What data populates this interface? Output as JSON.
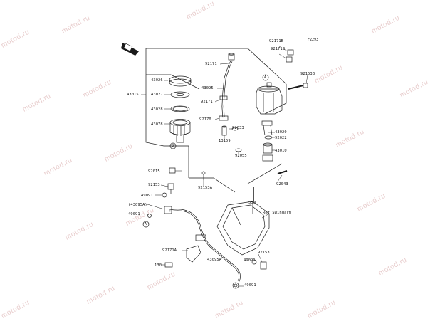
{
  "diagram_code": "F2293",
  "watermark_text": "motod.ru",
  "ref_text": "Ref Swingarm",
  "circle_tags": [
    "A",
    "B"
  ],
  "part_numbers": [
    "92171B",
    "92171B",
    "92153B",
    "92171",
    "43026",
    "43015",
    "43027",
    "43095",
    "92171",
    "43028",
    "92170",
    "92033",
    "43078",
    "13159",
    "43020",
    "92022",
    "43010",
    "92055",
    "92015",
    "92153A",
    "92043",
    "92153",
    "49091",
    "(43095A)",
    "49091",
    "550",
    "92171A",
    "43095A",
    "92153",
    "130",
    "49091",
    "49091"
  ],
  "colors": {
    "line": "#1a1a1a",
    "watermark": "#e8cdcd",
    "background": "#ffffff"
  }
}
